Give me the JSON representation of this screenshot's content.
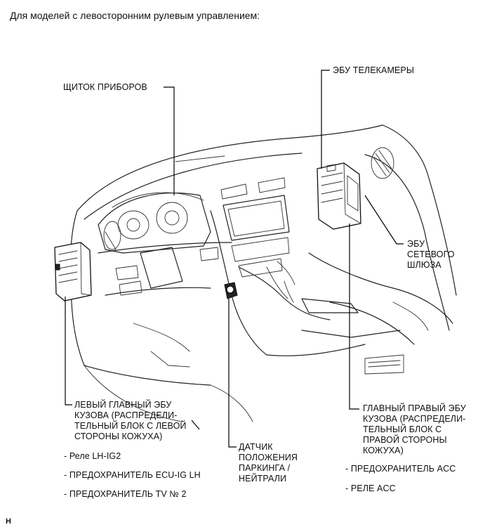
{
  "title": "Для моделей с левосторонним рулевым управлением:",
  "labels": {
    "instrument_panel": "ЩИТОК ПРИБОРОВ",
    "camera_ecu": "ЭБУ ТЕЛЕКАМЕРЫ",
    "gateway_ecu": "ЭБУ\nСЕТЕВОГО\nШЛЮЗА",
    "left_body_ecu": "ЛЕВЫЙ ГЛАВНЫЙ ЭБУ\nКУЗОВА (РАСПРЕДЕЛИ-\nТЕЛЬНЫЙ БЛОК С ЛЕВОЙ\nСТОРОНЫ КОЖУХА)",
    "park_neutral_sensor": "ДАТЧИК\nПОЛОЖЕНИЯ\nПАРКИНГА /\nНЕЙТРАЛИ",
    "right_body_ecu": "ГЛАВНЫЙ ПРАВЫЙ ЭБУ\nКУЗОВА (РАСПРЕДЕЛИ-\nТЕЛЬНЫЙ БЛОК С\nПРАВОЙ СТОРОНЫ\nКОЖУХА)"
  },
  "left_items": [
    "- Реле LH-IG2",
    "- ПРЕДОХРАНИТЕЛЬ ECU-IG LH",
    "- ПРЕДОХРАНИТЕЛЬ TV № 2"
  ],
  "right_items": [
    "- ПРЕДОХРАНИТЕЛЬ ACC",
    "- РЕЛЕ ACC"
  ],
  "footer": "H"
}
